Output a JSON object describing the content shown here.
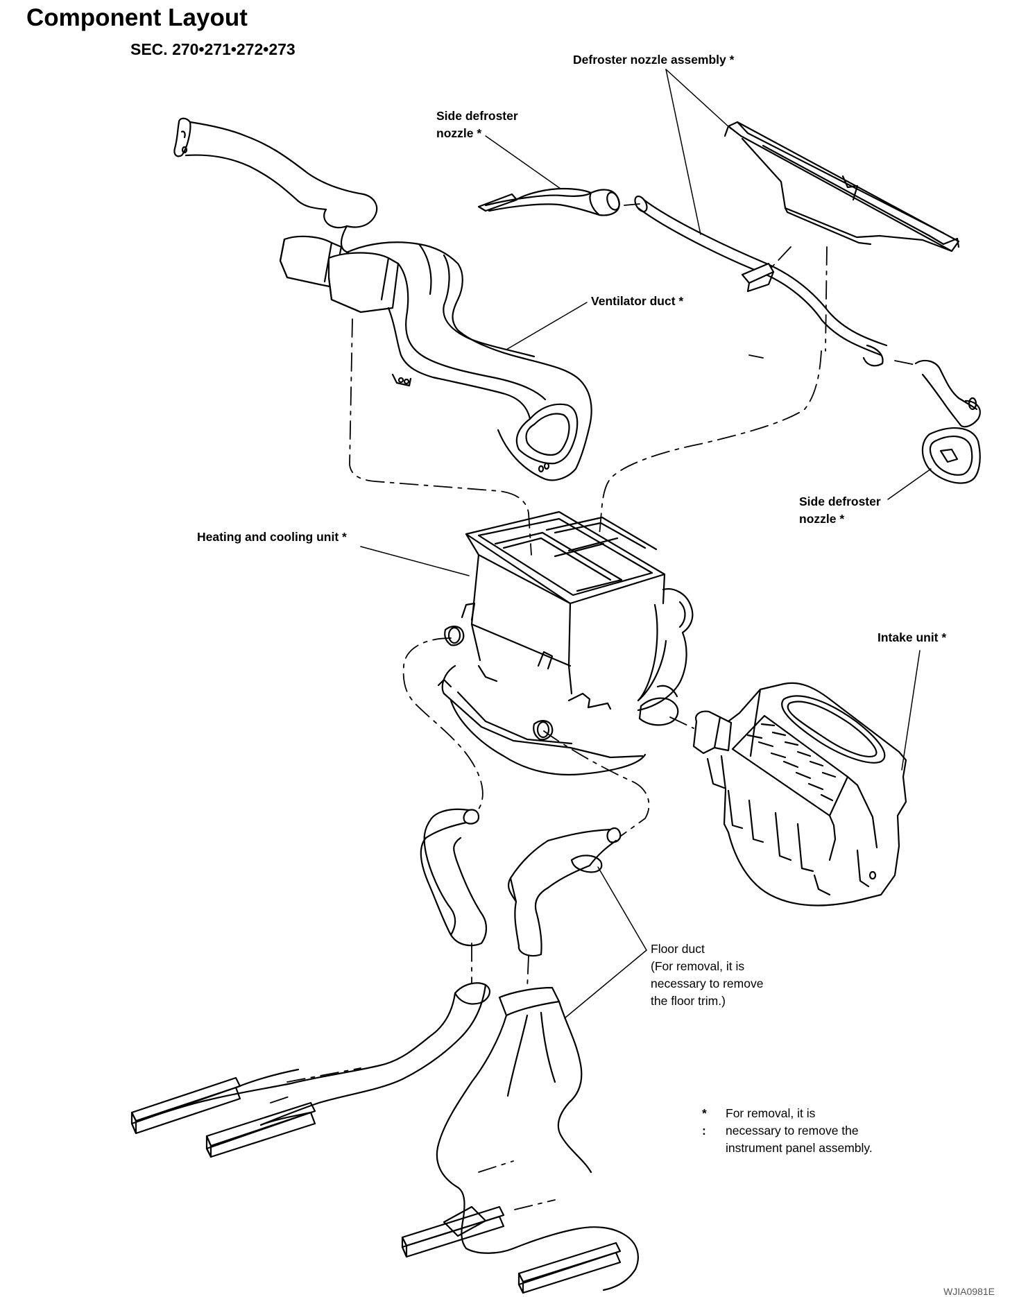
{
  "header": {
    "title": "Component Layout",
    "section": "SEC. 270•271•272•273"
  },
  "labels": {
    "defroster_nozzle_assembly": "Defroster nozzle assembly *",
    "side_defroster_nozzle_left": "Side defroster\nnozzle *",
    "ventilator_duct": "Ventilator duct *",
    "side_defroster_nozzle_right": "Side defroster\nnozzle *",
    "heating_and_cooling_unit": "Heating and cooling unit *",
    "intake_unit": "Intake unit *",
    "floor_duct": "Floor duct\n(For removal, it is\nnecessary to remove\nthe floor trim.)"
  },
  "footnote": {
    "mark": "* :",
    "text": "For removal, it is\nnecessary to remove the\ninstrument panel assembly."
  },
  "drawing_code": "WJIA0981E"
}
